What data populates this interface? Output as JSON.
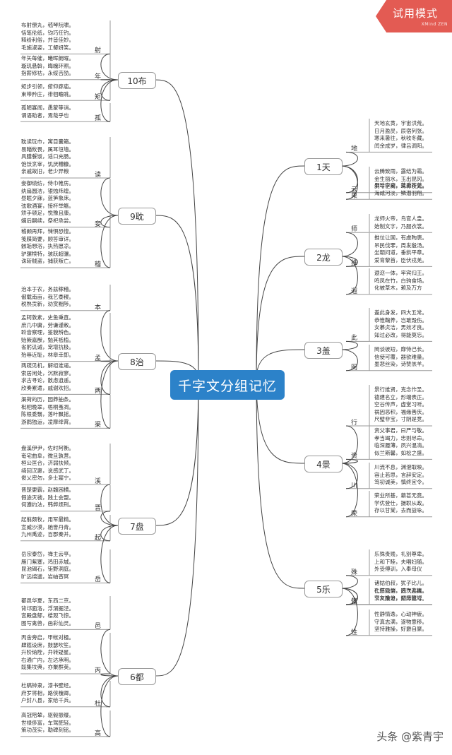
{
  "badge": {
    "title": "试用模式",
    "subtitle": "XMind ZEN"
  },
  "watermark": "头条 @紫青宇",
  "central": "千字文分组记忆",
  "groups": [
    {
      "label": "1天",
      "side": "right",
      "subs": [
        {
          "char": "地",
          "lines": [
            "天地玄黄，宇宙洪荒。",
            "日月盈昃，辰宿列张。",
            "寒来暑往，秋收冬藏。",
            "闰余成岁，律吕调阳。"
          ]
        },
        {
          "char": "云",
          "lines": [
            "云腾致雨，露结为霜。",
            "金生丽水，玉出昆冈。",
            "剑号巨阙，珠称夜光。"
          ]
        },
        {
          "char": "果",
          "lines": [
            "果珍李柰，菜重芥姜。",
            "海咸河淡，鳞潜羽翔。"
          ]
        }
      ]
    },
    {
      "label": "2龙",
      "side": "right",
      "subs": [
        {
          "char": "师",
          "lines": [
            "龙师火帝，鸟官人皇。",
            "始制文字，乃服衣裳。"
          ]
        },
        {
          "char": "推",
          "lines": [
            "推位让国，有虞陶唐。",
            "吊民伐罪，周发殷汤。",
            "坐朝问道，垂拱平章。",
            "爱育黎首，臣伏戎羌。"
          ]
        },
        {
          "char": "遐",
          "lines": [
            "遐迩一体，率宾归王。",
            "鸣凤在竹，白驹食场。",
            "化被草木，赖及万方"
          ]
        }
      ]
    },
    {
      "label": "3盖",
      "side": "right",
      "subs": [
        {
          "char": "此",
          "lines": [
            "盖此身发，四大五常。",
            "恭惟鞠养，岂敢毁伤。",
            "女慕贞洁，男效才良。",
            "知过必改，得能莫忘。"
          ]
        },
        {
          "char": "罔",
          "lines": [
            "罔谈彼短，靡恃己长。",
            "信使可覆，器欲难量。",
            "墨悲丝染，诗赞羔羊。"
          ]
        }
      ]
    },
    {
      "label": "4景",
      "side": "right",
      "subs": [
        {
          "char": "行",
          "lines": [
            "景行维贤，克念作圣。",
            "德建名立，形端表正。",
            "空谷传声，虚堂习听。",
            "祸因恶积，福缘善庆。",
            "尺璧非宝，寸阴是竞。"
          ]
        },
        {
          "char": "资",
          "lines": [
            "资父事君，曰严与敬。",
            "孝当竭力，忠则尽命。",
            "临深履薄，夙兴温凊。",
            "似兰斯馨，如松之盛。"
          ]
        },
        {
          "char": "川",
          "lines": [
            "川流不息，渊澄取映。",
            "容止若思，言辞安定。",
            "笃初诚美，慎终宜令。"
          ]
        },
        {
          "char": "荣",
          "lines": [
            "荣业所基，籍甚无竟。",
            "学优登仕，摄职从政。",
            "存以甘棠，去而益咏。"
          ]
        }
      ]
    },
    {
      "label": "5乐",
      "side": "right",
      "subs": [
        {
          "char": "殊",
          "lines": [
            "乐殊贵贱，礼别尊卑。",
            "上和下睦，夫唱妇随。",
            "外受傅训，入奉母仪"
          ]
        },
        {
          "char": "诸",
          "lines": [
            "诸姑伯叔，犹子比儿。",
            "孔怀兄弟，同气连枝。",
            "交友投分，切磨箴规"
          ]
        },
        {
          "char": "仁",
          "lines": [
            "仁慈隐恻，造次弗离。",
            "节义廉退，颠沛匪亏。"
          ]
        },
        {
          "char": "性",
          "lines": [
            "性静情逸，心动神疲。",
            "守真志满，逐物意移。",
            "坚持雅操，好爵自縻。"
          ]
        }
      ]
    },
    {
      "label": "6都",
      "side": "left",
      "subs": [
        {
          "char": "邑",
          "lines": [
            "都邑华夏，东西二京。",
            "背邙面洛，浮渭据泾。",
            "宫殿盘郁，楼观飞惊。",
            "图写禽兽，画彩仙灵。"
          ]
        },
        {
          "char": "丙",
          "lines": [
            "丙舍旁启，甲帐对楹。",
            "肆筵设席，鼓瑟吹笙。",
            "升阶纳陛，弁转疑星。",
            "右通广内，左达承明。",
            "既集坟典，亦聚群英。"
          ]
        },
        {
          "char": "杜",
          "lines": [
            "杜稿钟隶，漆书壁经。",
            "府罗将相，路侠槐卿。",
            "户封八县，家给千兵。"
          ]
        },
        {
          "char": "高",
          "lines": [
            "高冠陪辇，驱毂振缨。",
            "世禄侈富，车驾肥轻。",
            "策功茂实，勒碑刻铭。"
          ]
        }
      ]
    },
    {
      "label": "7盘",
      "side": "left",
      "subs": [
        {
          "char": "溪",
          "lines": [
            "盘溪伊尹，佐时阿衡。",
            "奄宅曲阜，微旦孰营。",
            "桓公匡合，济弱扶倾。",
            "绮回汉惠，说感武丁。",
            "俊乂密勿，多士寔宁。"
          ]
        },
        {
          "char": "晋",
          "lines": [
            "晋楚更霸，赵魏困横。",
            "假途灭虢，践土会盟。",
            "何遵约法，韩弊烦刑。"
          ]
        },
        {
          "char": "起",
          "lines": [
            "起翦颇牧，用军最精。",
            "宣威沙漠，驰誉丹青。",
            "九州禹迹，百郡秦并。"
          ]
        },
        {
          "char": "岳",
          "lines": [
            "岳宗泰岱，禅主云亭。",
            "雁门紫塞，鸡田赤城。",
            "昆池碣石，钜野洞庭。",
            "旷远绵邈，岩岫杳冥"
          ]
        }
      ]
    },
    {
      "label": "8治",
      "side": "left",
      "subs": [
        {
          "char": "本",
          "lines": [
            "治本于农，务兹稼穑。",
            "俶载南亩，我艺黍稷。",
            "税熟贡新，劝赏黜陟。"
          ]
        },
        {
          "char": "孟",
          "lines": [
            "孟轲敦素，史鱼秉直。",
            "庶几中庸，劳谦谨敕。",
            "聆音察理，鉴貌辨色。",
            "贻厥嘉猷，勉其祗植。",
            "省躬讥诫，宠增抗极。",
            "殆辱近耻，林皋幸即。"
          ]
        },
        {
          "char": "两",
          "lines": [
            "两疏见机，解组谁逼。",
            "索居闲处，沉默寂寥。",
            "求古寻论，散虑逍遥。",
            "欣奏累遣，戚谢欢招。"
          ]
        },
        {
          "char": "渠",
          "lines": [
            "渠荷的历，园莽抽条。",
            "枇杷晚翠，梧桐蚤凋。",
            "陈根委翳，落叶飘摇。",
            "游鹍独运，凌摩绛霄。"
          ]
        }
      ]
    },
    {
      "label": "9耽",
      "side": "left",
      "subs": [
        {
          "char": "读",
          "lines": [
            "耽读玩市，寓目囊箱。",
            "易輶攸畏，属耳垣墙。",
            "具膳餐饭，适口充肠。",
            "饱饫烹宰，饥厌糟糠。",
            "亲戚故旧，老少异粮"
          ]
        },
        {
          "char": "妾",
          "lines": [
            "妾御绩纺，侍巾帷房。",
            "纨扇圆洁，银烛炜煌。",
            "昼眠夕寐，蓝笋象床。",
            "弦歌酒宴，接杯举觞。",
            "矫手顿足，悦豫且康。",
            "嫡后嗣续，祭祀烝尝。"
          ]
        },
        {
          "char": "稽",
          "lines": [
            "稽颡再拜，悚惧恐惶。",
            "笺牒简要，顾答审详。",
            "骸垢想浴，执热愿凉。",
            "驴骡犊特，骇跃超骧。",
            "诛斩贼盗，捕获叛亡。"
          ]
        }
      ]
    },
    {
      "label": "10布",
      "side": "left",
      "subs": [
        {
          "char": "射",
          "lines": [
            "布射僚丸，嵇琴阮啸。",
            "恬笔伦纸，钧巧任钓。",
            "释纷利俗，并皆佳妙。",
            "毛施淑姿，工颦妍笑。"
          ]
        },
        {
          "char": "年",
          "lines": [
            "年矢每催，曦晖朗曜。",
            "璇玑悬斡，晦魄环照。",
            "指薪修祜，永绥吉劭。"
          ]
        },
        {
          "char": "矩",
          "lines": [
            "矩步引领，俯仰廊庙。",
            "束带矜庄，徘徊瞻眺。"
          ]
        },
        {
          "char": "孤",
          "lines": [
            "孤陋寡闻，愚蒙等诮。",
            "谓语助者，焉哉乎也"
          ]
        }
      ]
    }
  ]
}
